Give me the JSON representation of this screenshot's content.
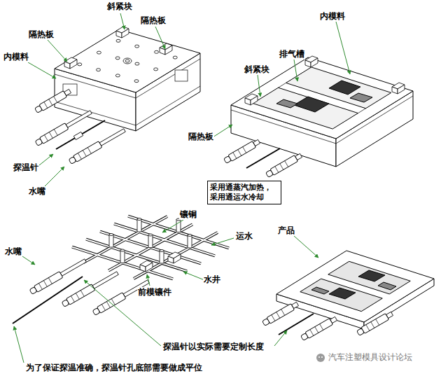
{
  "diagram": {
    "nodes": [
      {
        "text": [
          "采用通蒸汽加热，采用通运水冷却"
        ]
      }
    ],
    "labels": [
      "斜紧块",
      "隔热板",
      "隔热板",
      "内模料",
      "探温针",
      "水嘴",
      "内模料",
      "排气槽",
      "斜紧块",
      "隔热板",
      "镶铜",
      "水嘴",
      "运水",
      "产品",
      "水井",
      "前模镶件",
      "探温针以实际需要定制长度",
      "为了保证探温准确，探温针孔底部需要做成平位",
      "汽车注塑模具设计论坛"
    ]
  }
}
